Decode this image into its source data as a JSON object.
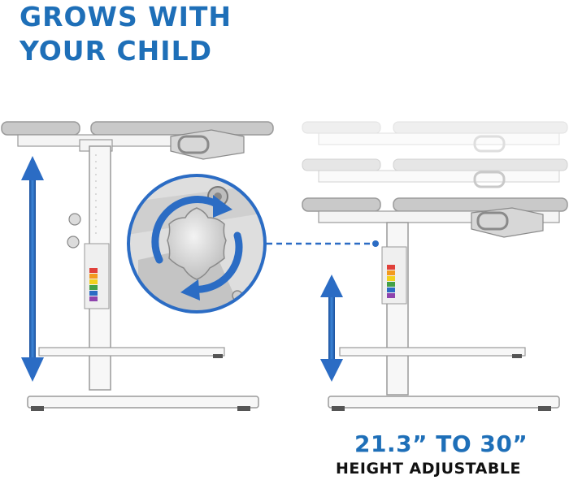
{
  "headline": {
    "line1": "GROWS WITH",
    "line2": "YOUR CHILD"
  },
  "spec": {
    "range": "21.3” TO 30”",
    "label": "HEIGHT ADJUSTABLE"
  },
  "colors": {
    "brand_blue": "#1e6fb8",
    "arrow_blue": "#2b6cc4",
    "desk_gray": "#c9c9c9",
    "frame_white": "#f4f4f4",
    "outline": "#9a9a9a"
  },
  "icons": {
    "height_arrow": "double-vertical-arrow-icon",
    "rotate_arrow": "rotate-circular-arrows-icon",
    "knob": "star-knob-icon"
  }
}
